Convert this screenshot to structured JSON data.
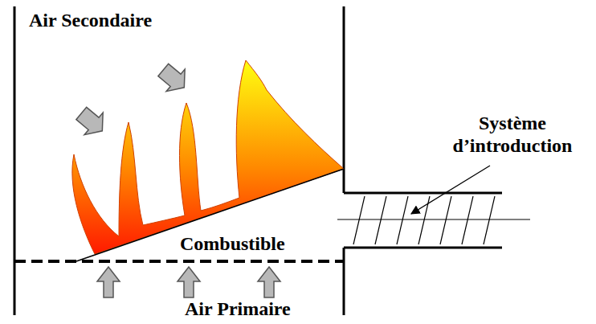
{
  "diagram": {
    "labels": [
      "Air Secondaire",
      "Système d’introduction",
      "Combustible",
      "Air Primaire"
    ]
  }
}
